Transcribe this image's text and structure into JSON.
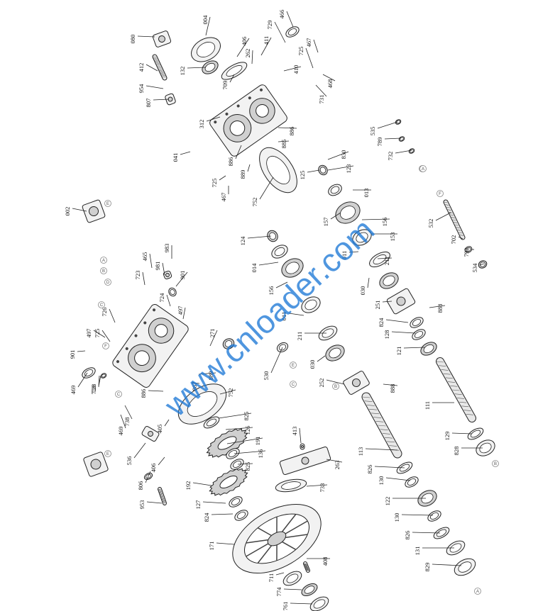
{
  "watermark": "www.cnloader.com",
  "labels": [
    "080",
    "004",
    "466",
    "729",
    "406",
    "262",
    "411",
    "467",
    "725",
    "132",
    "709",
    "410",
    "468",
    "412",
    "954",
    "807",
    "731",
    "312",
    "886",
    "886",
    "885",
    "041",
    "889",
    "725",
    "467",
    "752",
    "535",
    "789",
    "732",
    "830",
    "123",
    "125",
    "013",
    "002",
    "532",
    "702",
    "792",
    "534",
    "124",
    "157",
    "156",
    "153",
    "014",
    "011",
    "211",
    "156",
    "011",
    "030",
    "251",
    "888",
    "824",
    "128",
    "121",
    "211",
    "030",
    "530",
    "252",
    "888",
    "111",
    "129",
    "828",
    "465",
    "983",
    "723",
    "981",
    "901",
    "497",
    "724",
    "726",
    "497",
    "725",
    "901",
    "728",
    "469",
    "271",
    "889",
    "887",
    "752",
    "469",
    "728",
    "738",
    "886",
    "825",
    "126",
    "191",
    "136",
    "825",
    "405",
    "536",
    "413",
    "263",
    "113",
    "806",
    "406",
    "826",
    "733",
    "130",
    "192",
    "127",
    "122",
    "824",
    "130",
    "826",
    "953",
    "171",
    "131",
    "408",
    "829",
    "711",
    "774",
    "761"
  ],
  "refs": [
    "E",
    "A",
    "B",
    "C",
    "D",
    "F",
    "E",
    "D",
    "B",
    "A",
    "C",
    "F",
    "E",
    "C",
    "B",
    "A"
  ],
  "chart_data": {
    "type": "table",
    "part_numbers": [
      "080",
      "004",
      "466",
      "729",
      "406",
      "262",
      "411",
      "467",
      "725",
      "132",
      "709",
      "410",
      "468",
      "412",
      "954",
      "807",
      "731",
      "312",
      "886",
      "886",
      "885",
      "041",
      "889",
      "725",
      "467",
      "752",
      "535",
      "789",
      "732",
      "830",
      "123",
      "125",
      "013",
      "002",
      "532",
      "702",
      "792",
      "534",
      "124",
      "157",
      "156",
      "153",
      "014",
      "011",
      "211",
      "156",
      "011",
      "030",
      "251",
      "888",
      "824",
      "128",
      "121",
      "211",
      "030",
      "530",
      "252",
      "888",
      "111",
      "129",
      "828",
      "465",
      "983",
      "723",
      "981",
      "901",
      "497",
      "724",
      "726",
      "497",
      "725",
      "901",
      "728",
      "469",
      "271",
      "889",
      "887",
      "752",
      "469",
      "728",
      "738",
      "886",
      "825",
      "126",
      "191",
      "136",
      "825",
      "405",
      "536",
      "413",
      "263",
      "113",
      "806",
      "406",
      "826",
      "733",
      "130",
      "192",
      "127",
      "122",
      "824",
      "130",
      "826",
      "953",
      "171",
      "131",
      "408",
      "829",
      "711",
      "774",
      "761"
    ]
  }
}
